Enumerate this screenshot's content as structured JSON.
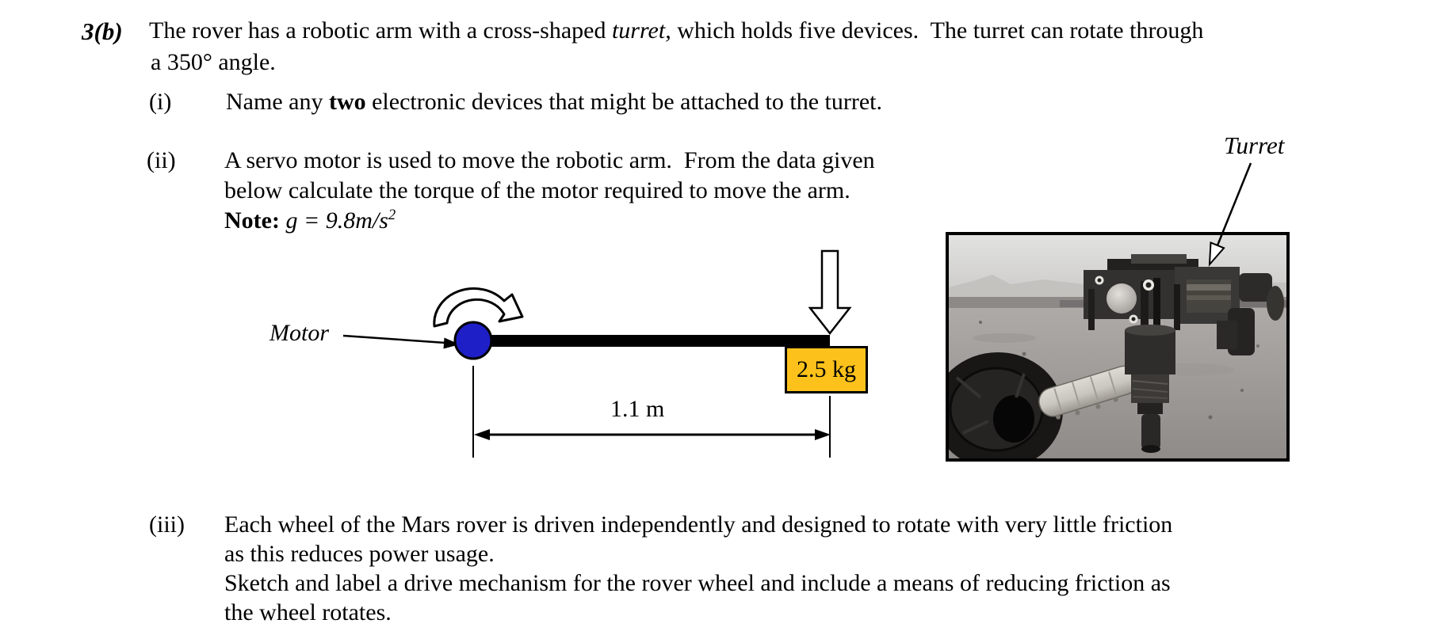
{
  "question": {
    "number": "3(b)",
    "intro_part1": "The rover has a robotic arm with a cross-shaped ",
    "intro_italic": "turret,",
    "intro_part2": " which holds five devices.  The turret can rotate through",
    "intro_line2": "a 350° angle."
  },
  "part_i": {
    "label": "(i)",
    "text_part1": "Name any ",
    "text_bold": "two",
    "text_part2": " electronic devices that might be attached to the turret."
  },
  "part_ii": {
    "label": "(ii)",
    "line1": "A servo motor is used to move the robotic arm.  From the data given",
    "line2": "below calculate the torque of the motor required to move the arm.",
    "note_label": "Note:",
    "note_formula": " g = 9.8m/s",
    "note_exponent": "2"
  },
  "diagram": {
    "motor_label": "Motor",
    "mass_label": "2.5 kg",
    "length_label": "1.1 m",
    "pivot_color": "#1f1fc8",
    "mass_box_color": "#fcc21b",
    "arm_color": "#000000"
  },
  "photo": {
    "caption": "Turret"
  },
  "part_iii": {
    "label": "(iii)",
    "line1": "Each wheel of the Mars rover is driven independently and designed to rotate with very little friction",
    "line2": "as this reduces power usage.",
    "line3": "Sketch and label a drive mechanism for the rover wheel and include a means of reducing friction as",
    "line4": "the wheel rotates."
  }
}
